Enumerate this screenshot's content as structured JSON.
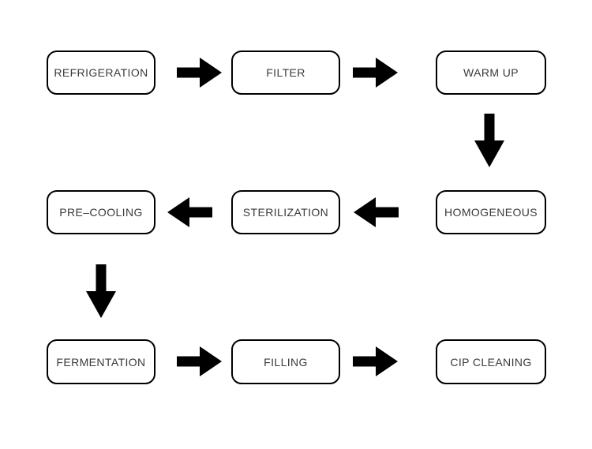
{
  "diagram": {
    "type": "flowchart",
    "nodes": [
      {
        "id": "refrigeration",
        "label": "REFRIGERATION",
        "row": 1,
        "col": 1
      },
      {
        "id": "filter",
        "label": "FILTER",
        "row": 1,
        "col": 2
      },
      {
        "id": "warmup",
        "label": "WARM UP",
        "row": 1,
        "col": 3
      },
      {
        "id": "precooling",
        "label": "PRE–COOLING",
        "row": 2,
        "col": 1
      },
      {
        "id": "sterilization",
        "label": "STERILIZATION",
        "row": 2,
        "col": 2
      },
      {
        "id": "homogeneous",
        "label": "HOMOGENEOUS",
        "row": 2,
        "col": 3
      },
      {
        "id": "fermentation",
        "label": "FERMENTATION",
        "row": 3,
        "col": 1
      },
      {
        "id": "filling",
        "label": "FILLING",
        "row": 3,
        "col": 2
      },
      {
        "id": "cipcleaning",
        "label": "CIP CLEANING",
        "row": 3,
        "col": 3
      }
    ],
    "edges": [
      {
        "from": "refrigeration",
        "to": "filter",
        "direction": "right"
      },
      {
        "from": "filter",
        "to": "warmup",
        "direction": "right"
      },
      {
        "from": "warmup",
        "to": "homogeneous",
        "direction": "down"
      },
      {
        "from": "homogeneous",
        "to": "sterilization",
        "direction": "left"
      },
      {
        "from": "sterilization",
        "to": "precooling",
        "direction": "left"
      },
      {
        "from": "precooling",
        "to": "fermentation",
        "direction": "down"
      },
      {
        "from": "fermentation",
        "to": "filling",
        "direction": "right"
      },
      {
        "from": "filling",
        "to": "cipcleaning",
        "direction": "right"
      }
    ],
    "colors": {
      "background": "#ffffff",
      "node_fill": "#ffffff",
      "node_border": "#000000",
      "arrow": "#000000",
      "text": "#3a3a3a"
    }
  }
}
